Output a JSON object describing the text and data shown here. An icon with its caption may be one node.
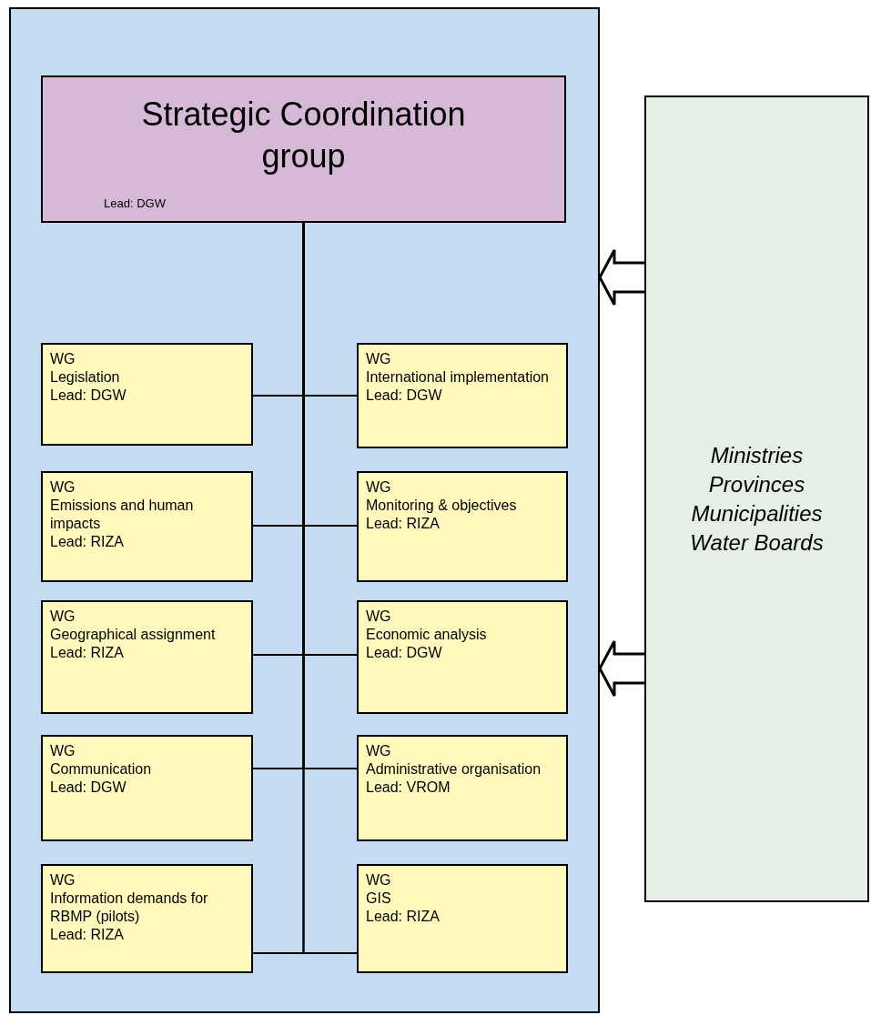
{
  "diagram": {
    "nodes": [
      {
        "text": [],
        "shape": "box"
      },
      {
        "text": [
          "Strategic Coordination group",
          "Lead: DGW"
        ],
        "in": 0
      },
      {
        "text": [
          "WG",
          "Legislation",
          "Lead: DGW"
        ],
        "in": 0
      },
      {
        "text": [
          "WG",
          "International implementation",
          "Lead: DGW"
        ],
        "in": 0
      },
      {
        "text": [
          "WG",
          "Emissions and human impacts",
          "Lead: RIZA"
        ],
        "in": 0
      },
      {
        "text": [
          "WG",
          "Monitoring & objectives",
          "Lead: RIZA"
        ],
        "in": 0
      },
      {
        "text": [
          "WG",
          "Geographical assignment",
          "Lead: RIZA"
        ],
        "in": 0
      },
      {
        "text": [
          "WG",
          "Economic analysis",
          "Lead: DGW"
        ],
        "in": 0
      },
      {
        "text": [
          "WG",
          "Communication",
          "Lead: DGW"
        ],
        "in": 0
      },
      {
        "text": [
          "WG",
          "Administrative organisation",
          "Lead: VROM"
        ],
        "in": 0
      },
      {
        "text": [
          "WG",
          "Information demands for RBMP (pilots)",
          "Lead: RIZA"
        ],
        "in": 0
      },
      {
        "text": [
          "WG",
          "GIS",
          "Lead: RIZA"
        ],
        "in": 0
      },
      {
        "text": [
          "Ministries",
          "Provinces",
          "Municipalities",
          "Water Boards"
        ]
      }
    ],
    "edges": [
      {
        "from": 1,
        "to": 2,
        "arrow": "none"
      },
      {
        "from": 1,
        "to": 3,
        "arrow": "none"
      },
      {
        "from": 1,
        "to": 4,
        "arrow": "none"
      },
      {
        "from": 1,
        "to": 5,
        "arrow": "none"
      },
      {
        "from": 1,
        "to": 6,
        "arrow": "none"
      },
      {
        "from": 1,
        "to": 7,
        "arrow": "none"
      },
      {
        "from": 1,
        "to": 8,
        "arrow": "none"
      },
      {
        "from": 1,
        "to": 9,
        "arrow": "none"
      },
      {
        "from": 1,
        "to": 10,
        "arrow": "none"
      },
      {
        "from": 1,
        "to": 11,
        "arrow": "none"
      },
      {
        "from": 12,
        "to": 0,
        "arrow": "to",
        "style": "thick"
      },
      {
        "from": 12,
        "to": 0,
        "arrow": "to",
        "style": "thick"
      }
    ]
  }
}
